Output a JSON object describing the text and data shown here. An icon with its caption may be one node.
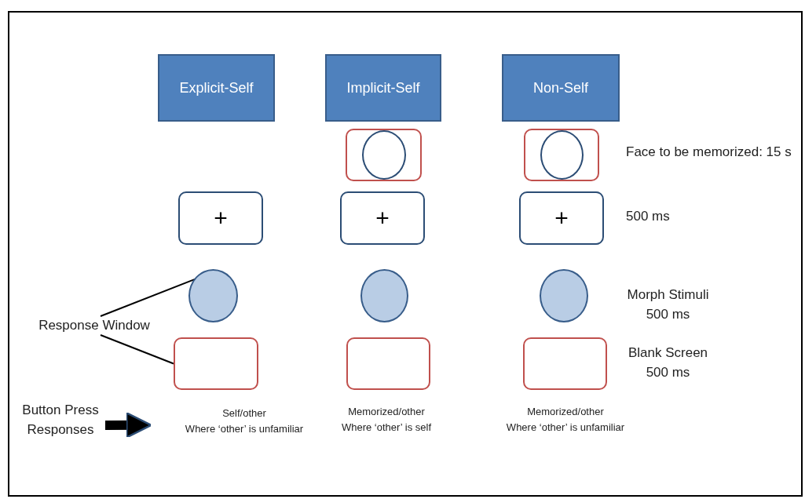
{
  "diagram": {
    "nodes": [
      {
        "text": [
          "Explicit-Self"
        ]
      },
      {
        "text": [
          "Implicit-Self"
        ]
      },
      {
        "text": [
          "Non-Self"
        ]
      },
      {
        "text": [],
        "shape": "box"
      },
      {
        "text": [],
        "shape": "circle",
        "in": 3
      },
      {
        "text": [],
        "shape": "box"
      },
      {
        "text": [],
        "shape": "circle",
        "in": 5
      },
      {
        "text": [
          "+"
        ]
      },
      {
        "text": [
          "+"
        ]
      },
      {
        "text": [
          "+"
        ]
      },
      {
        "text": [],
        "shape": "circle"
      },
      {
        "text": [],
        "shape": "circle"
      },
      {
        "text": [],
        "shape": "circle"
      },
      {
        "text": [],
        "shape": "box"
      },
      {
        "text": [],
        "shape": "box"
      },
      {
        "text": [],
        "shape": "box"
      },
      {
        "text": [
          "Response Window"
        ]
      },
      {
        "text": [
          "Button Press Responses"
        ]
      },
      {
        "text": [
          "Self/other",
          "Where ‘other’ is unfamiliar"
        ]
      }
    ],
    "edges": [
      {
        "from": 16,
        "to": 10,
        "arrow": "none"
      },
      {
        "from": 16,
        "to": 13,
        "arrow": "none"
      },
      {
        "from": 17,
        "to": 18,
        "arrow": "to",
        "style": "thick"
      }
    ],
    "labels": [
      "Face to be memorized: 15 s",
      "500 ms",
      "Morph Stimuli 500 ms",
      "Blank Screen 500 ms",
      "Memorized/other",
      "Where ‘other’ is self",
      "Memorized/other",
      "Where ‘other’ is unfamiliar"
    ]
  }
}
